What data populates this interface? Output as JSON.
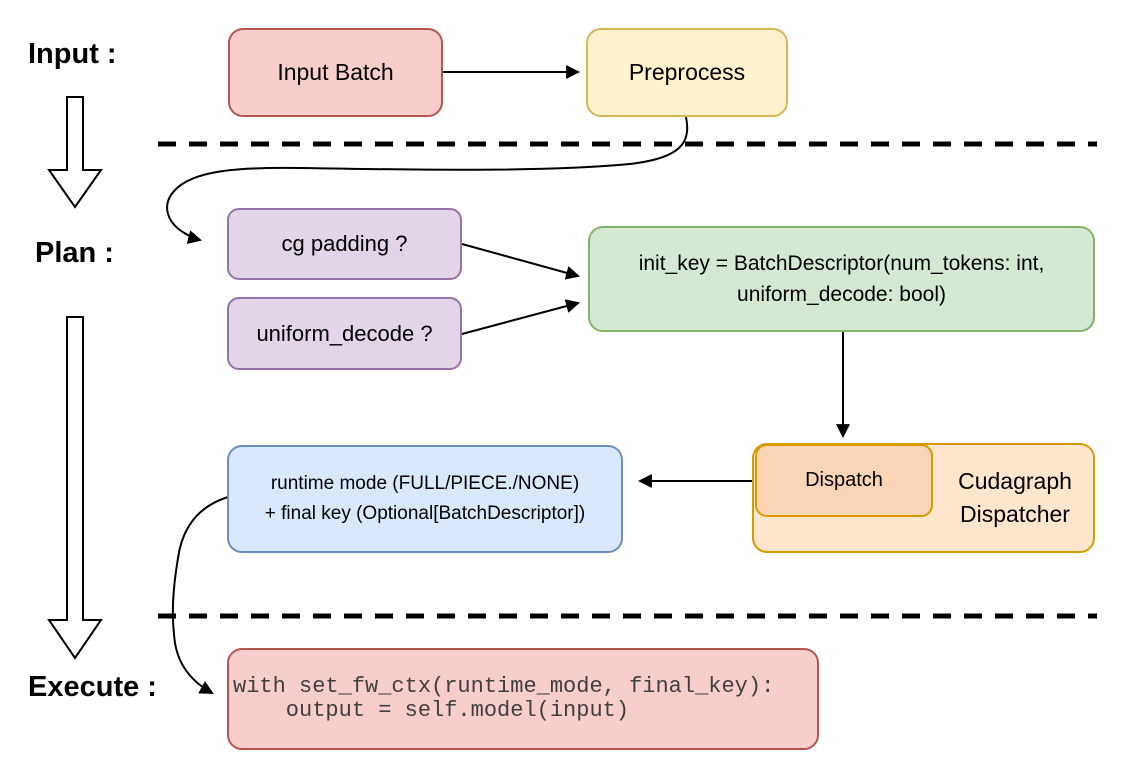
{
  "stages": {
    "input_label": "Input :",
    "plan_label": "Plan :",
    "execute_label": "Execute :"
  },
  "nodes": {
    "input_batch": {
      "label": "Input Batch"
    },
    "preprocess": {
      "label": "Preprocess"
    },
    "cg_padding": {
      "label": "cg padding ?"
    },
    "uniform_decode": {
      "label": "uniform_decode ?"
    },
    "init_key": {
      "line1": "init_key = BatchDescriptor(num_tokens: int,",
      "line2": "uniform_decode: bool)"
    },
    "runtime_mode": {
      "line1": "runtime mode (FULL/PIECE./NONE)",
      "line2": "+ final key (Optional[BatchDescriptor])"
    },
    "dispatch": {
      "label": "Dispatch"
    },
    "cudagraph_dispatcher": {
      "line1": "Cudagraph",
      "line2": "Dispatcher"
    },
    "execute_code": {
      "line1": "with set_fw_ctx(runtime_mode, final_key):",
      "line2": "    output = self.model(input)"
    }
  },
  "palette": {
    "red_fill": "#f8cecc",
    "red_border": "#b85450",
    "yellow_fill": "#fff2cc",
    "yellow_border": "#d6b656",
    "purple_fill": "#e1d5e7",
    "purple_border": "#9673a6",
    "green_fill": "#d5e8d4",
    "green_border": "#82b366",
    "blue_fill": "#dae8fc",
    "blue_border": "#6c8ebf",
    "orange_fill": "#ffe6cc",
    "orange_border": "#d79b00",
    "peach_fill": "#fbd5b5",
    "connector": "#000000",
    "code_text": "#3f3f3f"
  }
}
